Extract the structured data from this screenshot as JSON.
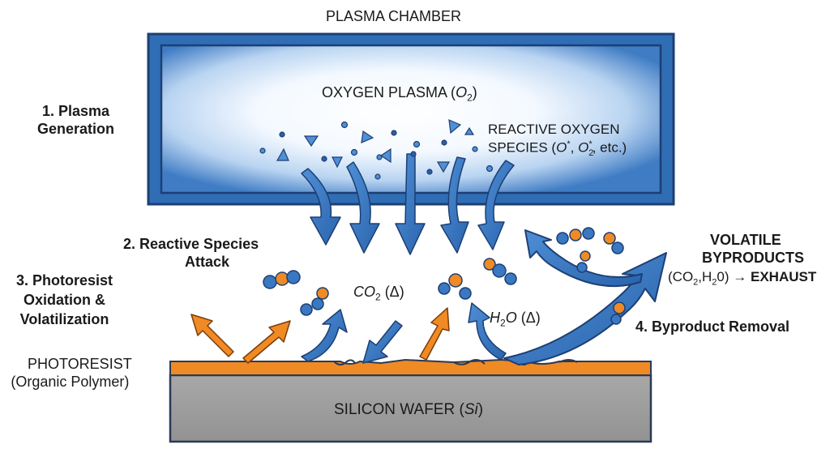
{
  "chamber": {
    "title": "PLASMA CHAMBER",
    "plasma_label": "OXYGEN PLASMA (",
    "plasma_species": "O",
    "plasma_sub": "2",
    "plasma_close": ")",
    "ros_line1": "REACTIVE OXYGEN",
    "ros_line2_a": "SPECIES (",
    "ros_line2_b": "O",
    "ros_line2_c": "*",
    "ros_line2_d": ", ",
    "ros_line2_e": "O",
    "ros_line2_f": "2",
    "ros_line2_g": "*",
    "ros_line2_h": ", etc.)"
  },
  "steps": {
    "step1_line1": "1. Plasma",
    "step1_line2": "Generation",
    "step2_line1": "2. Reactive Species",
    "step2_line2": "Attack",
    "step3_line1": "3. Photoresist",
    "step3_line2": "Oxidation &",
    "step3_line3": "Volatilization",
    "step4": "4. Byproduct Removal"
  },
  "products": {
    "co2_a": "CO",
    "co2_sub": "2",
    "co2_b": " (Δ)",
    "h2o_a": "H",
    "h2o_sub": "2",
    "h2o_b": "O",
    "h2o_c": " (Δ)"
  },
  "exhaust": {
    "line1": "VOLATILE",
    "line2": "BYPRODUCTS",
    "line3_a": "(CO",
    "line3_sub1": "2",
    "line3_b": ",H",
    "line3_sub2": "2",
    "line3_c": "0) → ",
    "line3_d": "EXHAUST"
  },
  "layers": {
    "photoresist_line1": "PHOTORESIST",
    "photoresist_line2": "(Organic Polymer)",
    "wafer_a": "SILICON WAFER (",
    "wafer_b": "Si",
    "wafer_c": ")"
  },
  "colors": {
    "chamber_blue": "#2f6db5",
    "chamber_dark": "#1d4b8a",
    "arrow_blue": "#3a78c2",
    "orange": "#f08a24",
    "wafer_gray": "#9e9e9e",
    "particle_blue": "#2b5fa8"
  }
}
